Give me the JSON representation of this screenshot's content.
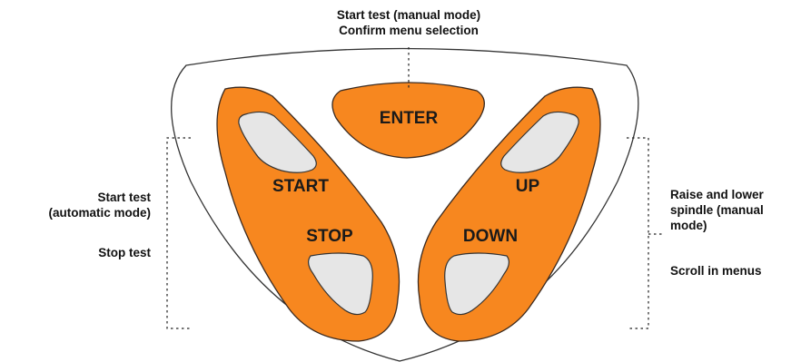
{
  "colors": {
    "button_orange": "#F7871F",
    "button_outline": "#3a2a20",
    "window_gray": "#e6e6e6",
    "keypad_outline": "#333333"
  },
  "buttons": {
    "enter": "ENTER",
    "start": "START",
    "stop": "STOP",
    "up": "UP",
    "down": "DOWN"
  },
  "callouts": {
    "enter_line1": "Start test (manual mode)",
    "enter_line2": "Confirm menu selection",
    "start_line1": "Start test",
    "start_line2": "(automatic mode)",
    "stop": "Stop test",
    "updown_line1": "Raise and lower",
    "updown_line2": "spindle (manual",
    "updown_line3": "mode)",
    "scroll": "Scroll in menus"
  },
  "icons": [
    "display-window-icon"
  ]
}
